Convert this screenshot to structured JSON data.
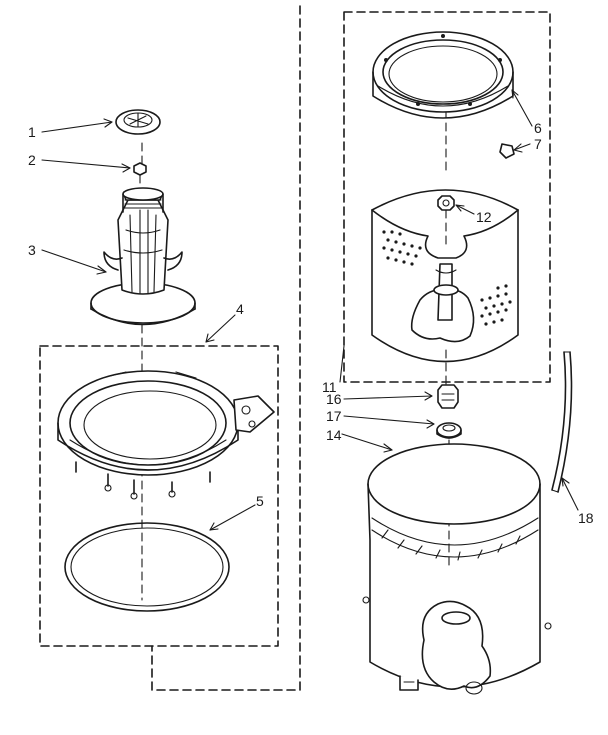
{
  "callouts": [
    {
      "id": "1",
      "text": "1"
    },
    {
      "id": "2",
      "text": "2"
    },
    {
      "id": "3",
      "text": "3"
    },
    {
      "id": "4",
      "text": "4"
    },
    {
      "id": "5",
      "text": "5"
    },
    {
      "id": "6",
      "text": "6"
    },
    {
      "id": "7",
      "text": "7"
    },
    {
      "id": "11",
      "text": "11"
    },
    {
      "id": "12",
      "text": "12"
    },
    {
      "id": "14",
      "text": "14"
    },
    {
      "id": "16",
      "text": "16"
    },
    {
      "id": "17",
      "text": "17"
    },
    {
      "id": "18",
      "text": "18"
    }
  ],
  "colors": {
    "ink": "#1a1a1a",
    "paper": "#ffffff"
  }
}
